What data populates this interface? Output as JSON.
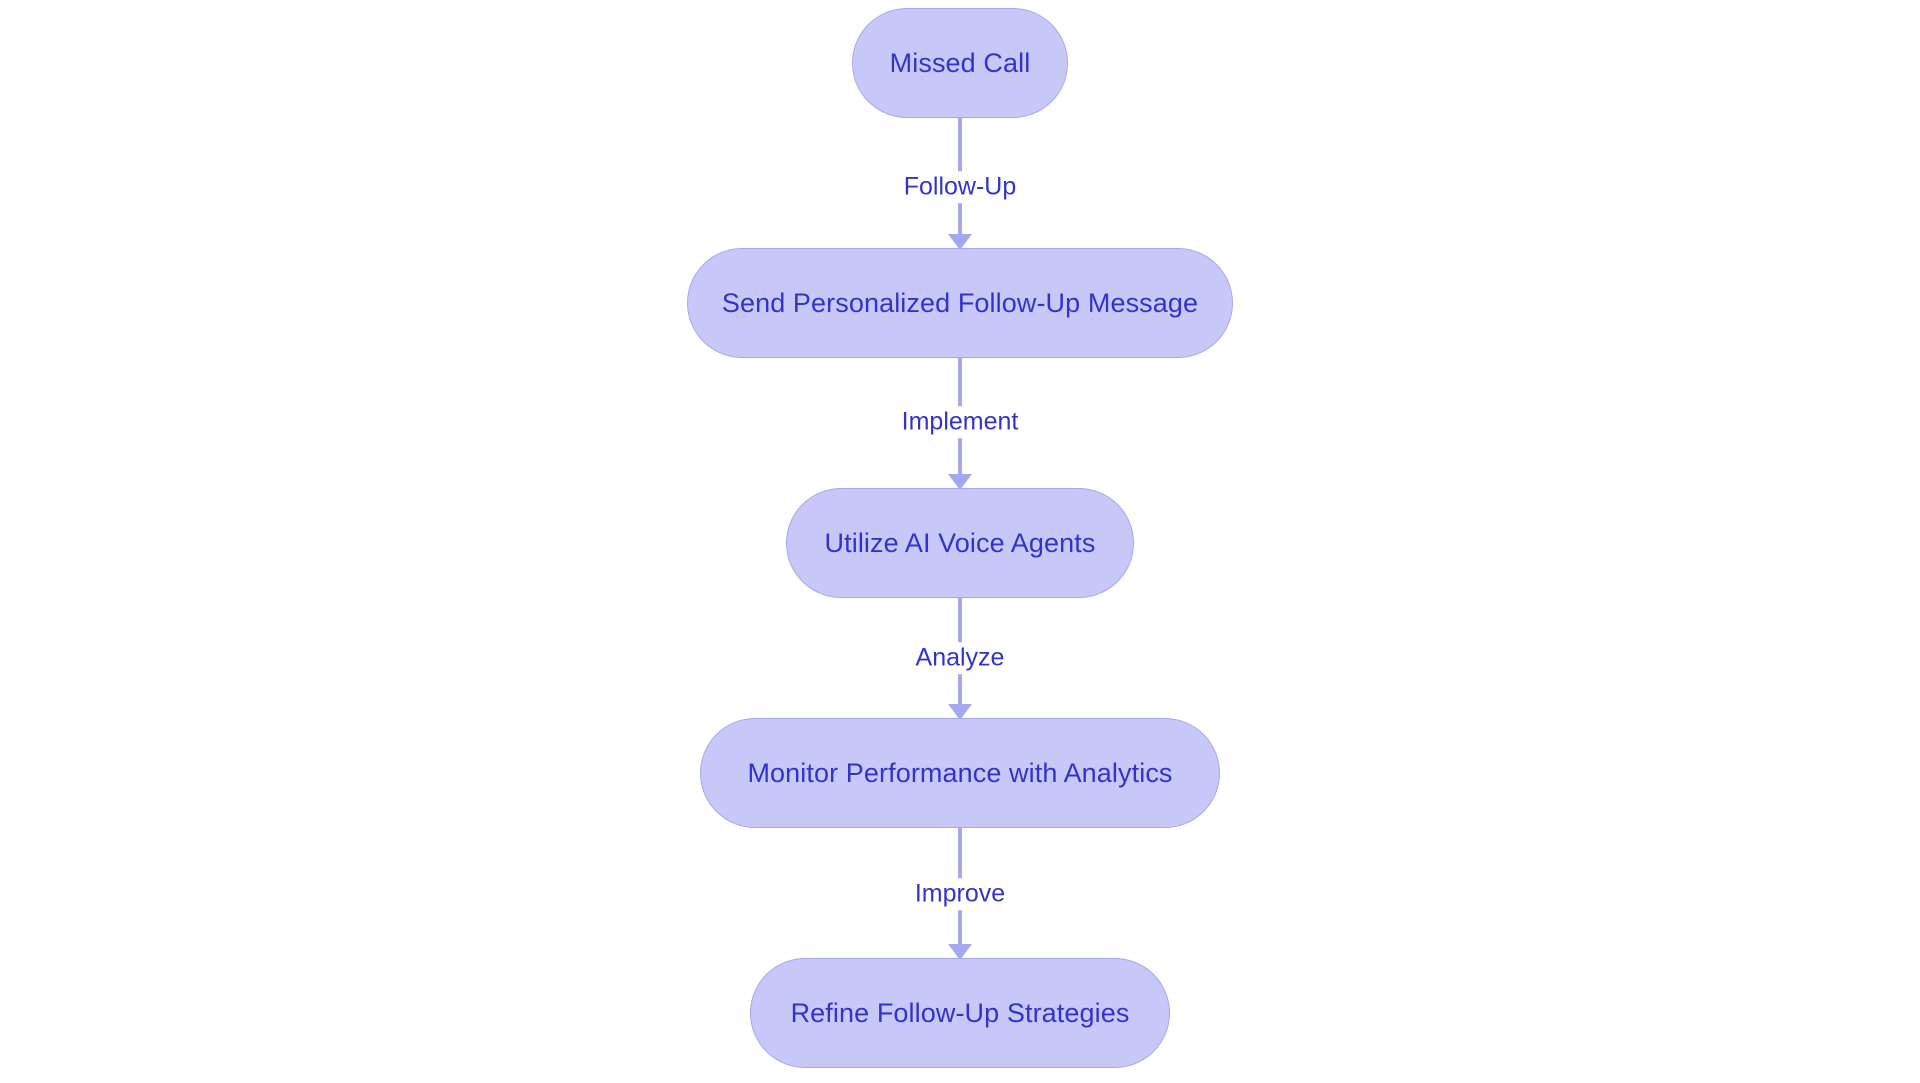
{
  "diagram": {
    "type": "flowchart",
    "orientation": "top-to-bottom",
    "background_color": "#ffffff",
    "node_fill_color": "#c7c8f8",
    "node_border_color": "#a5a8ef",
    "node_text_color": "#3333cc",
    "edge_color": "#a5a8ef",
    "edge_label_color": "#3333cc",
    "nodes": [
      {
        "id": "missed-call",
        "label": "Missed Call"
      },
      {
        "id": "send-message",
        "label": "Send Personalized Follow-Up Message"
      },
      {
        "id": "ai-voice-agents",
        "label": "Utilize AI Voice Agents"
      },
      {
        "id": "monitor-analytics",
        "label": "Monitor Performance with Analytics"
      },
      {
        "id": "refine-strategies",
        "label": "Refine Follow-Up Strategies"
      }
    ],
    "edges": [
      {
        "from": "missed-call",
        "to": "send-message",
        "label": "Follow-Up"
      },
      {
        "from": "send-message",
        "to": "ai-voice-agents",
        "label": "Implement"
      },
      {
        "from": "ai-voice-agents",
        "to": "monitor-analytics",
        "label": "Analyze"
      },
      {
        "from": "monitor-analytics",
        "to": "refine-strategies",
        "label": "Improve"
      }
    ]
  }
}
